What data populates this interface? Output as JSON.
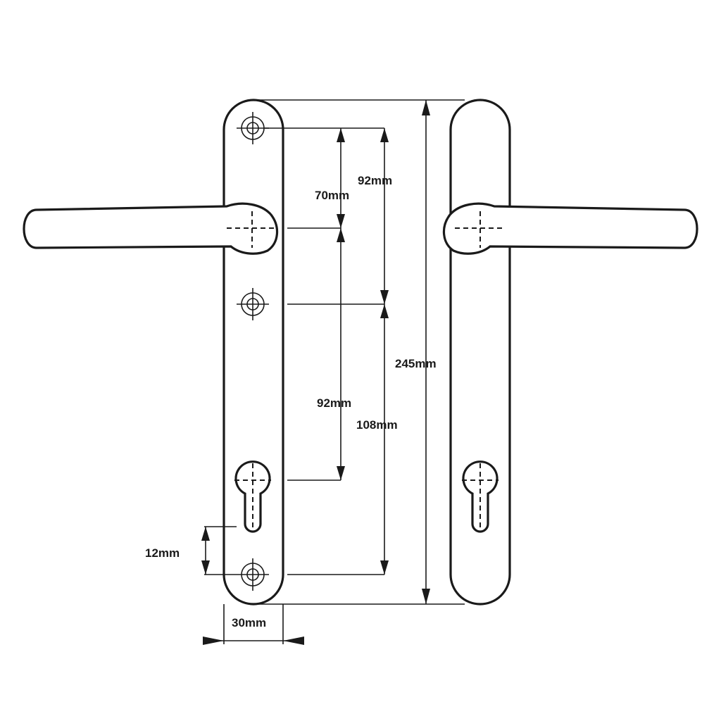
{
  "dimensions": {
    "screw_to_handle_70": "70mm",
    "screw_to_screw_92_top": "92mm",
    "handle_to_cylinder_92": "92mm",
    "screw_to_screw_108": "108mm",
    "plate_height_245": "245mm",
    "cylinder_to_screw_12": "12mm",
    "plate_width_30": "30mm"
  }
}
